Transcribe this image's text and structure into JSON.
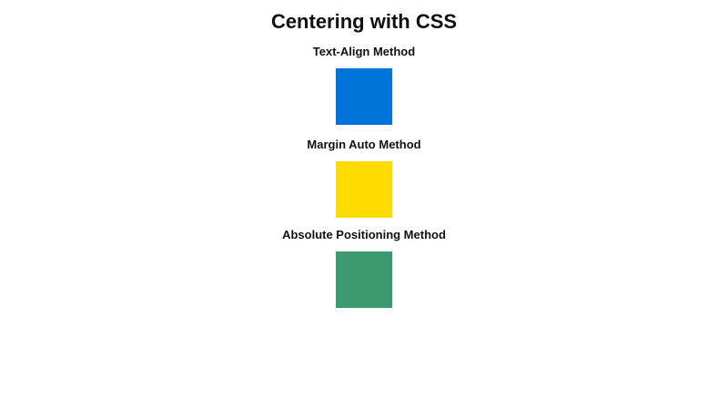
{
  "page": {
    "title": "Centering with CSS"
  },
  "sections": [
    {
      "heading": "Text-Align Method",
      "box_color": "#0074d9",
      "box_name": "blue-square"
    },
    {
      "heading": "Margin Auto Method",
      "box_color": "#ffdc00",
      "box_name": "yellow-square"
    },
    {
      "heading": "Absolute Positioning Method",
      "box_color": "#3d9970",
      "box_name": "green-square"
    }
  ]
}
